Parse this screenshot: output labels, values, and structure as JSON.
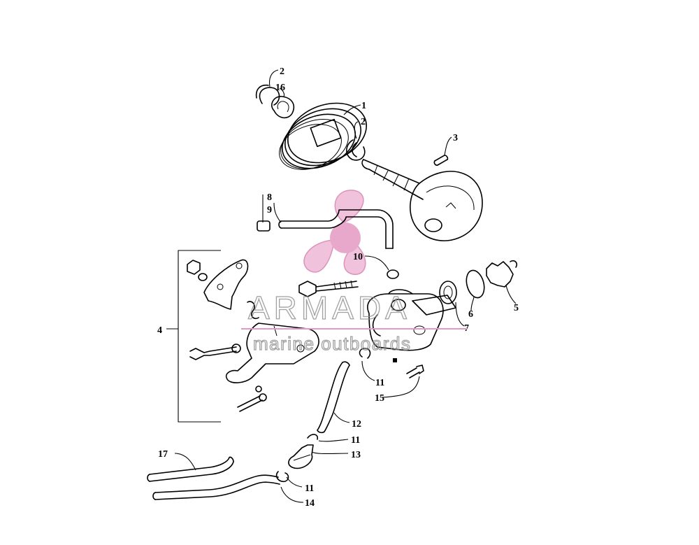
{
  "diagram": {
    "callouts": [
      {
        "id": "c2a",
        "label": "2"
      },
      {
        "id": "c16",
        "label": "16"
      },
      {
        "id": "c1",
        "label": "1"
      },
      {
        "id": "c2b",
        "label": "2"
      },
      {
        "id": "c3",
        "label": "3"
      },
      {
        "id": "c8",
        "label": "8"
      },
      {
        "id": "c9",
        "label": "9"
      },
      {
        "id": "c10",
        "label": "10"
      },
      {
        "id": "c4",
        "label": "4"
      },
      {
        "id": "c5",
        "label": "5"
      },
      {
        "id": "c6",
        "label": "6"
      },
      {
        "id": "c7",
        "label": "7"
      },
      {
        "id": "c11a",
        "label": "11"
      },
      {
        "id": "c15",
        "label": "15"
      },
      {
        "id": "c12",
        "label": "12"
      },
      {
        "id": "c11b",
        "label": "11"
      },
      {
        "id": "c13",
        "label": "13"
      },
      {
        "id": "c17",
        "label": "17"
      },
      {
        "id": "c11c",
        "label": "11"
      },
      {
        "id": "c14",
        "label": "14"
      }
    ]
  },
  "watermark": {
    "brand": "ARMADA",
    "tagline": "marine outboards",
    "logo_icon": "propeller-logo-icon",
    "logo_color": "#e39ac4",
    "text_color": "#8a8a8a"
  }
}
